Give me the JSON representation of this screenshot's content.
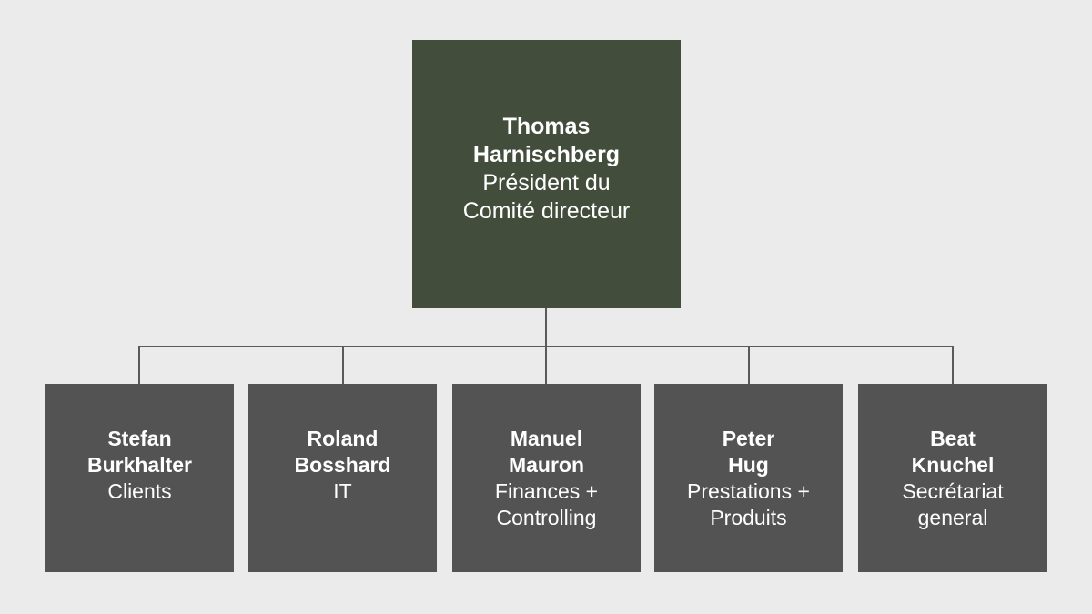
{
  "head": {
    "name_lines": [
      "Thomas",
      "Harnischberg"
    ],
    "role_lines": [
      "Président du",
      "Comité directeur"
    ]
  },
  "members": [
    {
      "name_lines": [
        "Stefan",
        "Burkhalter"
      ],
      "role_lines": [
        "Clients"
      ]
    },
    {
      "name_lines": [
        "Roland",
        "Bosshard"
      ],
      "role_lines": [
        "IT"
      ]
    },
    {
      "name_lines": [
        "Manuel",
        "Mauron"
      ],
      "role_lines": [
        "Finances +",
        "Controlling"
      ]
    },
    {
      "name_lines": [
        "Peter",
        "Hug"
      ],
      "role_lines": [
        "Prestations +",
        "Produits"
      ]
    },
    {
      "name_lines": [
        "Beat",
        "Knuchel"
      ],
      "role_lines": [
        "Secrétariat",
        "general"
      ]
    }
  ],
  "colors": {
    "head": "#434d3b",
    "member": "#535353",
    "background": "#ebebeb",
    "connector": "#5a5a5a"
  }
}
